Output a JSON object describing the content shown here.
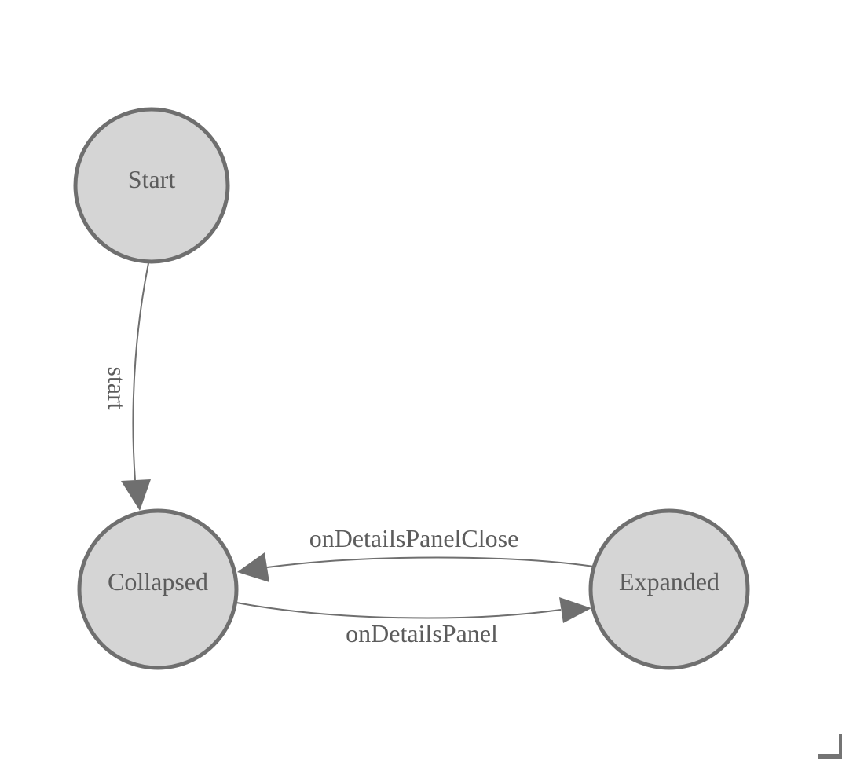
{
  "diagram": {
    "type": "state-machine",
    "colors": {
      "background": "#ffffff",
      "node_fill": "#d5d5d5",
      "node_stroke": "#6f6f6f",
      "edge_stroke": "#6f6f6f",
      "label_text": "#5c5c5c",
      "resize_corner": "#747474"
    },
    "nodes": [
      {
        "id": "start",
        "label": "Start"
      },
      {
        "id": "collapsed",
        "label": "Collapsed"
      },
      {
        "id": "expanded",
        "label": "Expanded"
      }
    ],
    "edges": [
      {
        "from": "Start",
        "to": "Collapsed",
        "label": "start"
      },
      {
        "from": "Expanded",
        "to": "Collapsed",
        "label": "onDetailsPanelClose"
      },
      {
        "from": "Collapsed",
        "to": "Expanded",
        "label": "onDetailsPanel"
      }
    ],
    "icons": {
      "arrowhead": "filled-triangle",
      "resize_corner": "resize-corner"
    }
  }
}
